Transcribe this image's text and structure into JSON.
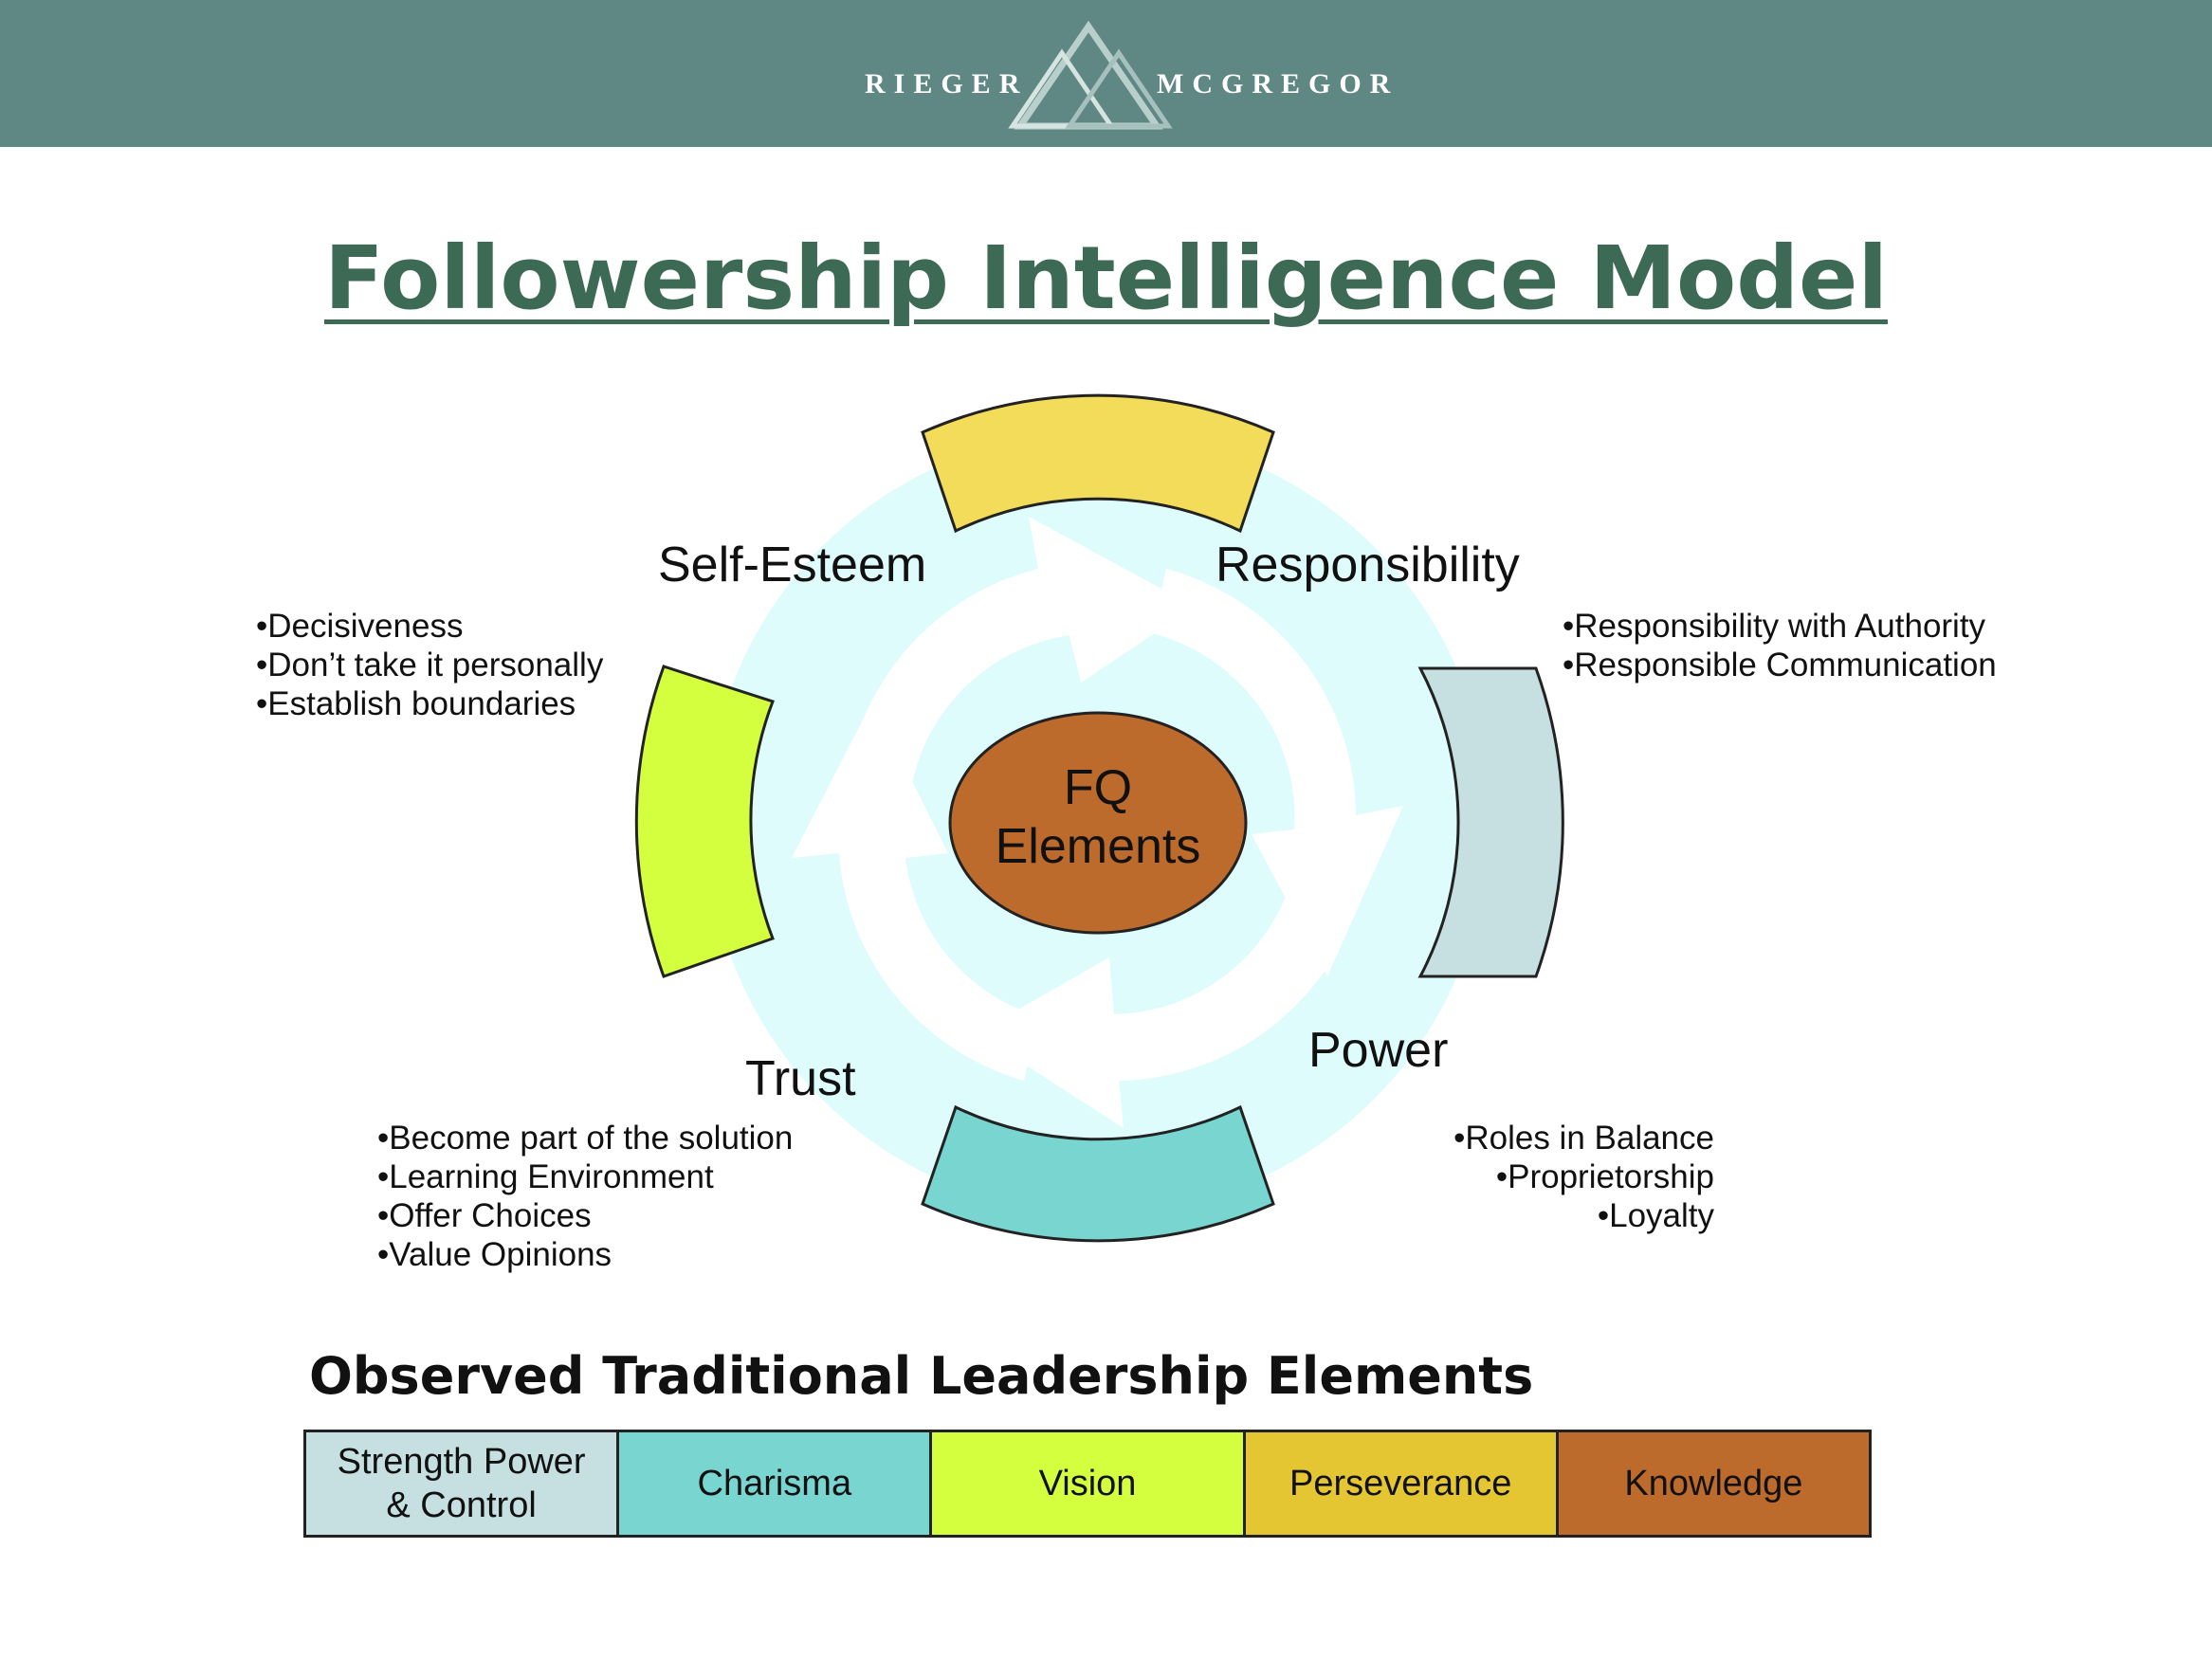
{
  "header": {
    "brand_left": "RIEGER",
    "brand_right": "MCGREGOR",
    "band_color": "#5f8885"
  },
  "title": "Followership Intelligence Model",
  "center": {
    "line1": "FQ",
    "line2": "Elements",
    "color": "#bc6b2c"
  },
  "elements": [
    {
      "label": "Self-Esteem",
      "segment_color": "#d4ff3f",
      "bullets": [
        "•Decisiveness",
        "•Don’t take it personally",
        "•Establish boundaries"
      ]
    },
    {
      "label": "Responsibility",
      "segment_color": "#f2dc5a",
      "bullets": [
        "•Responsibility with Authority",
        "•Responsible Communication"
      ]
    },
    {
      "label": "Power",
      "segment_color": "#c6dfe0",
      "bullets": [
        "•Roles in Balance",
        "•Proprietorship",
        "•Loyalty"
      ]
    },
    {
      "label": "Trust",
      "segment_color": "#78d5d0",
      "bullets": [
        "•Become part of the solution",
        "•Learning Environment",
        "•Offer Choices",
        "•Value Opinions"
      ]
    }
  ],
  "traditional": {
    "title": "Observed Traditional Leadership Elements",
    "cells": [
      {
        "line1": "Strength Power",
        "line2": "& Control",
        "color": "#c6dfe0"
      },
      {
        "line1": "Charisma",
        "line2": "",
        "color": "#78d5d0"
      },
      {
        "line1": "Vision",
        "line2": "",
        "color": "#d4ff3f"
      },
      {
        "line1": "Perseverance",
        "line2": "",
        "color": "#e4c633"
      },
      {
        "line1": "Knowledge",
        "line2": "",
        "color": "#bc6b2c"
      }
    ]
  }
}
